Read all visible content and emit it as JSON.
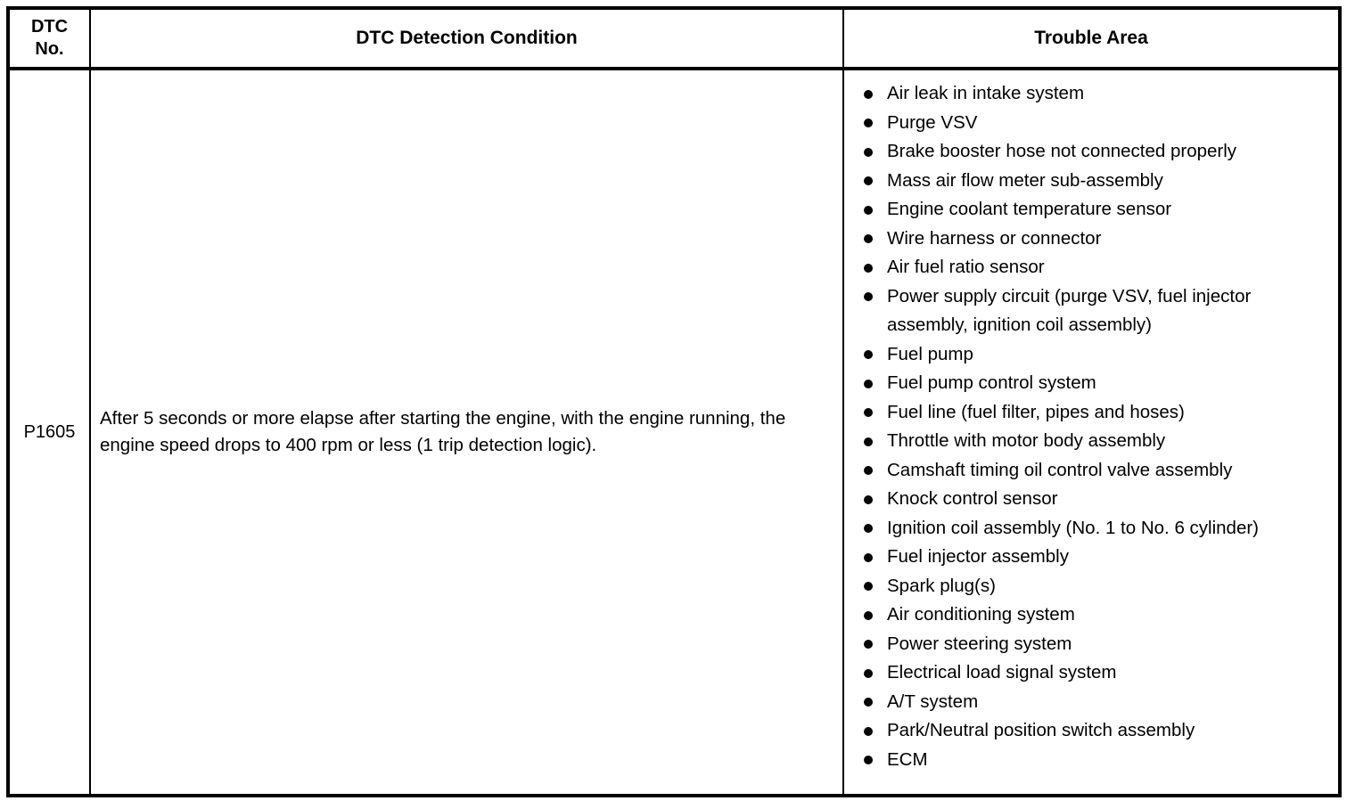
{
  "table": {
    "headers": {
      "dtc_no": "DTC\nNo.",
      "dtc_no_line1": "DTC",
      "dtc_no_line2": "No.",
      "detection_condition": "DTC Detection Condition",
      "trouble_area": "Trouble Area"
    },
    "rows": [
      {
        "dtc_no": "P1605",
        "detection_condition": "After 5 seconds or more elapse after starting the engine, with the engine running, the engine speed drops to 400 rpm or less (1 trip detection logic).",
        "trouble_area": [
          "Air leak in intake system",
          "Purge VSV",
          "Brake booster hose not connected properly",
          "Mass air flow meter sub-assembly",
          "Engine coolant temperature sensor",
          "Wire harness or connector",
          "Air fuel ratio sensor",
          "Power supply circuit (purge VSV, fuel injector assembly, ignition coil assembly)",
          "Fuel pump",
          "Fuel pump control system",
          "Fuel line (fuel filter, pipes and hoses)",
          "Throttle with motor body assembly",
          "Camshaft timing oil control valve assembly",
          "Knock control sensor",
          "Ignition coil assembly (No. 1 to No. 6 cylinder)",
          "Fuel injector assembly",
          "Spark plug(s)",
          "Air conditioning system",
          "Power steering system",
          "Electrical load signal system",
          "A/T system",
          "Park/Neutral position switch assembly",
          "ECM"
        ]
      }
    ]
  },
  "style": {
    "border_color": "#000000",
    "text_color": "#000000",
    "background_color": "#ffffff"
  }
}
